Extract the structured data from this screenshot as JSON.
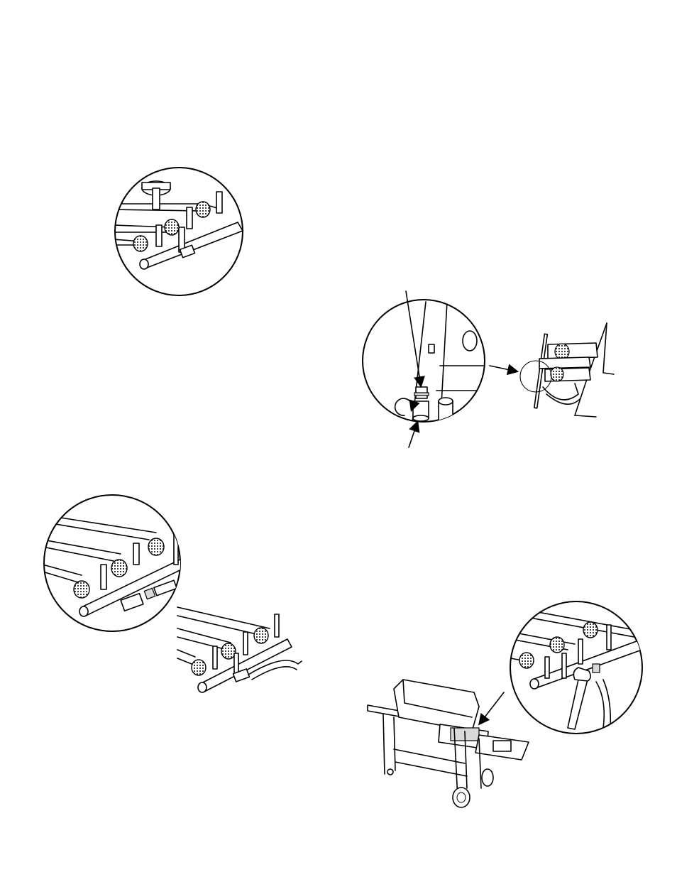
{
  "figures": [
    {
      "id": "fig-knob-manifold",
      "label": "",
      "icon": "control-knob-icon"
    },
    {
      "id": "fig-orifice-fitting",
      "label": "",
      "icon": "orifice-fitting-icon"
    },
    {
      "id": "fig-manifold-with-hose",
      "label": "",
      "icon": "gas-manifold-icon"
    },
    {
      "id": "fig-grill-with-wrench",
      "label": "",
      "icon": "wrench-icon"
    }
  ],
  "colors": {
    "line": "#000000",
    "fill": "#ffffff",
    "texture": "#d9d9d9"
  }
}
